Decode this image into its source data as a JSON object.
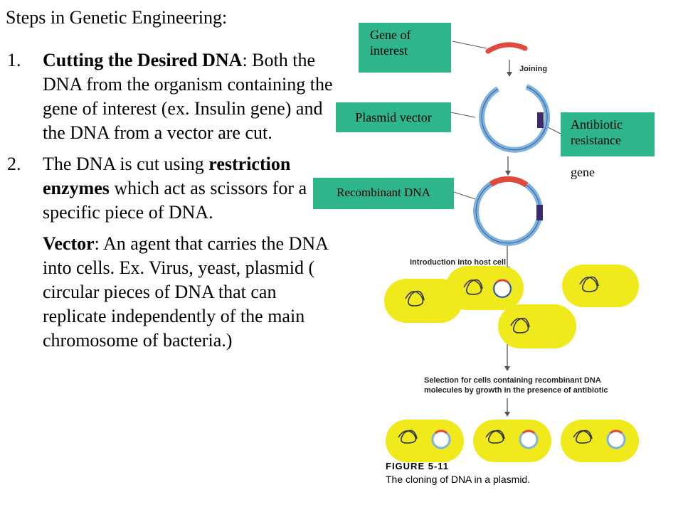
{
  "title": "Steps in Genetic Engineering:",
  "steps": [
    {
      "num": "1.",
      "bold_title": "Cutting the Desired DNA",
      "after_title": ": Both the DNA from the organism containing the gene of interest (ex. Insulin gene) and the DNA from a vector are cut."
    },
    {
      "num": "2.",
      "text_before": "The DNA is cut using ",
      "bold_text": "restriction enzymes",
      "text_after": " which act as scissors for a specific piece of DNA."
    }
  ],
  "vector_note": {
    "bold": "Vector",
    "text": ": An agent that carries the DNA into cells. Ex. Virus, yeast, plasmid ( circular pieces of DNA that can replicate independently of the main chromosome of bacteria.)"
  },
  "diagram": {
    "labels": {
      "gene_of_interest": "Gene of interest",
      "plasmid_vector": "Plasmid vector",
      "antibiotic_resistance": "Antibiotic resistance",
      "gene": "gene",
      "recombinant_dna": "Recombinant DNA"
    },
    "step_captions": {
      "joining": "Joining",
      "introduction": "Introduction into host cell",
      "selection": "Selection for cells containing recombinant DNA molecules by growth in the presence of antibiotic"
    },
    "figure": {
      "number": "FIGURE 5-11",
      "caption": "The cloning of DNA in a plasmid."
    },
    "colors": {
      "label_bg": "#2fb58b",
      "plasmid": "#7fb2e0",
      "insert": "#e14a3a",
      "resistance": "#3b2a6b",
      "cell": "#f0ea1d"
    }
  }
}
